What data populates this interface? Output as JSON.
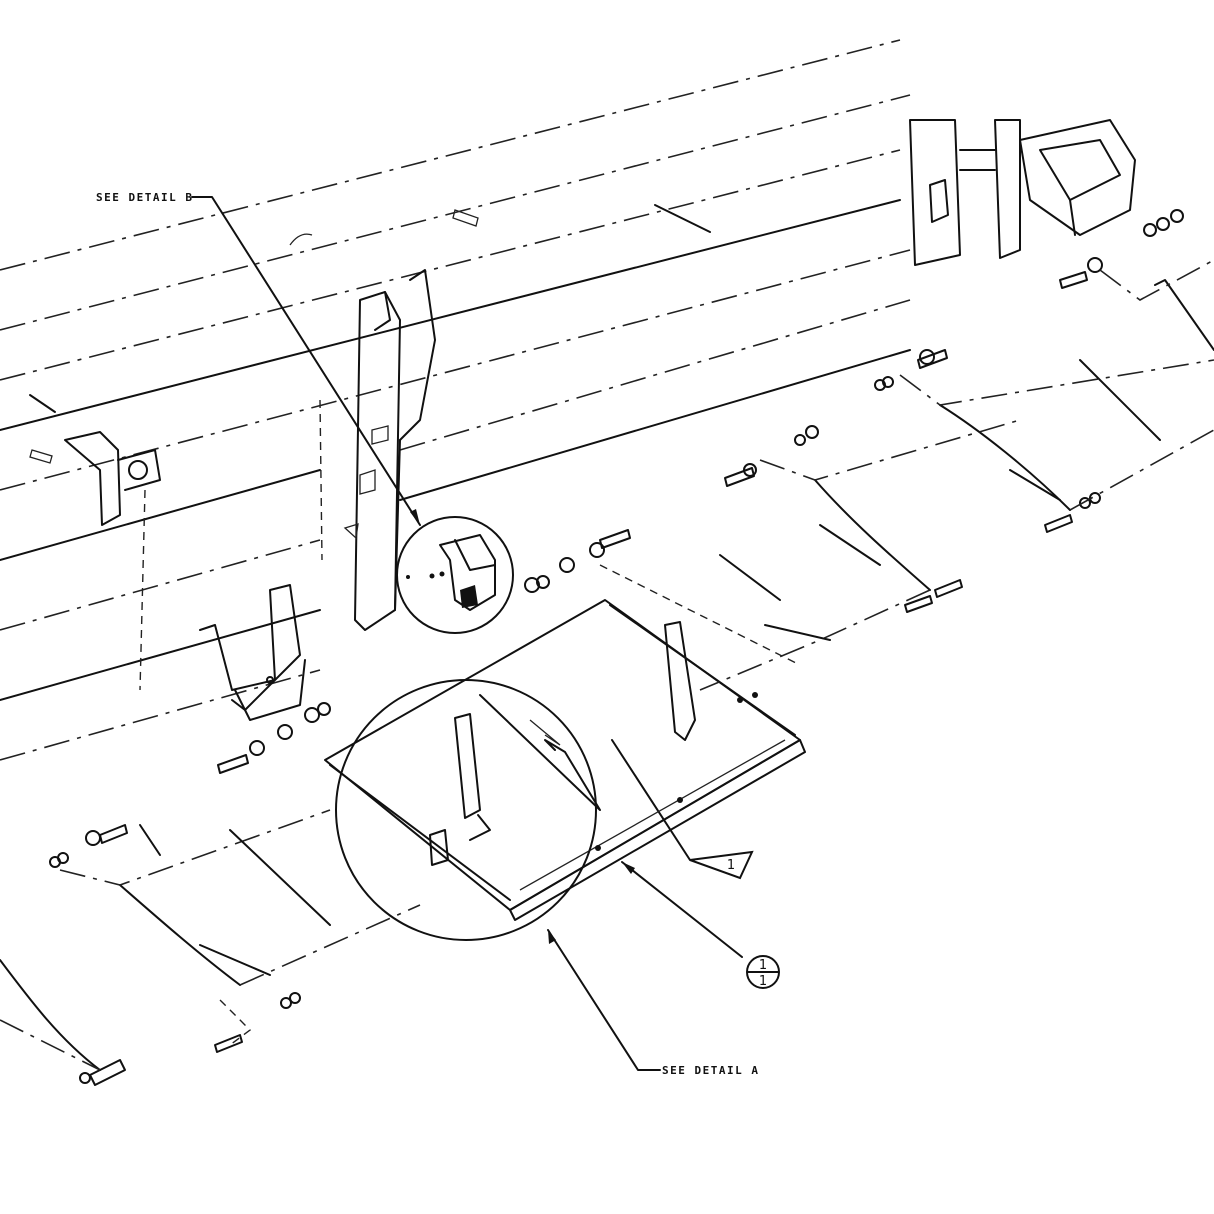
{
  "callouts": {
    "detail_b": "SEE DETAIL B",
    "detail_a": "SEE DETAIL A"
  },
  "markers": {
    "item_flag": "1",
    "item_balloon_top": "1",
    "item_balloon_bottom": "1"
  }
}
